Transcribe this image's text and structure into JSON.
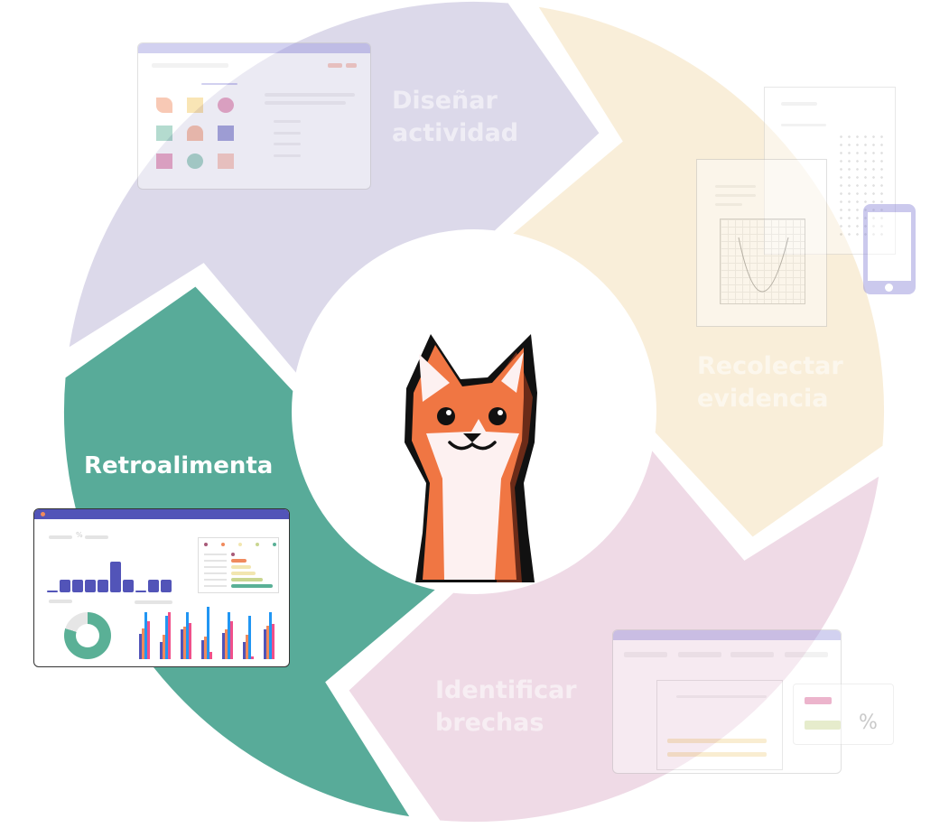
{
  "stages": [
    {
      "id": "design",
      "title": "Diseñar actividad",
      "line1": "Diseñar",
      "line2": "actividad",
      "color": "#dcd9ea",
      "active": false
    },
    {
      "id": "collect",
      "title": "Recolectar evidencia",
      "line1": "Recolectar",
      "line2": "evidencia",
      "color": "#f9eed9",
      "active": false
    },
    {
      "id": "gaps",
      "title": "Identificar brechas",
      "line1": "Identificar",
      "line2": "brechas",
      "color": "#efdae6",
      "active": false
    },
    {
      "id": "feedback",
      "title": "Retroalimenta",
      "line1": "Retroalimenta",
      "line2": "",
      "color": "#58ab99",
      "active": true
    }
  ],
  "gaps_mockup": {
    "percent_symbol": "%"
  },
  "feedback_mockup": {
    "percent_symbol": "%"
  },
  "colors": {
    "window_bar": "#5254b8",
    "fox_orange": "#f07643",
    "fox_dark": "#6b2b18",
    "fox_belly": "#fdf1f1"
  }
}
